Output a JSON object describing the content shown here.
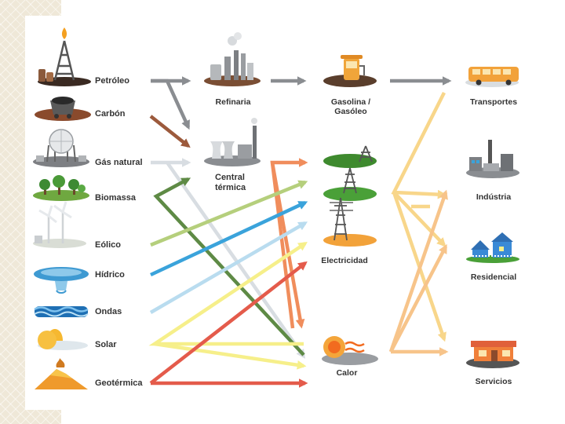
{
  "sources": [
    {
      "label": "Petróleo",
      "icon": "oil-derrick-icon"
    },
    {
      "label": "Carbón",
      "icon": "coal-cart-icon"
    },
    {
      "label": "Gás natural",
      "icon": "gas-tank-icon"
    },
    {
      "label": "Biomassa",
      "icon": "trees-icon"
    },
    {
      "label": "Eólico",
      "icon": "wind-turbine-icon"
    },
    {
      "label": "Hídrico",
      "icon": "dam-icon"
    },
    {
      "label": "Ondas",
      "icon": "waves-icon"
    },
    {
      "label": "Solar",
      "icon": "sun-icon"
    },
    {
      "label": "Geotérmica",
      "icon": "volcano-icon"
    }
  ],
  "converters": {
    "refinery": "Refinaria",
    "power_plant_line1": "Central",
    "power_plant_line2": "térmica",
    "fuel_line1": "Gasolina /",
    "fuel_line2": "Gasóleo",
    "electricity": "Electricidad",
    "heat": "Calor"
  },
  "uses": {
    "transport": "Transportes",
    "industry": "Indústria",
    "residential": "Residencial",
    "services": "Servicios"
  },
  "colors": {
    "gray": "#8a8d91",
    "brown": "#9c5a3c",
    "light_gray": "#d8dde2",
    "dark_green": "#5e8a45",
    "light_green": "#b5cf7c",
    "blue": "#3aa3db",
    "light_blue": "#b9dcef",
    "yellow": "#f6ef8a",
    "red": "#e45b4b",
    "orange": "#f08d5c",
    "peach": "#f7c48a",
    "gold": "#f8d68a"
  }
}
